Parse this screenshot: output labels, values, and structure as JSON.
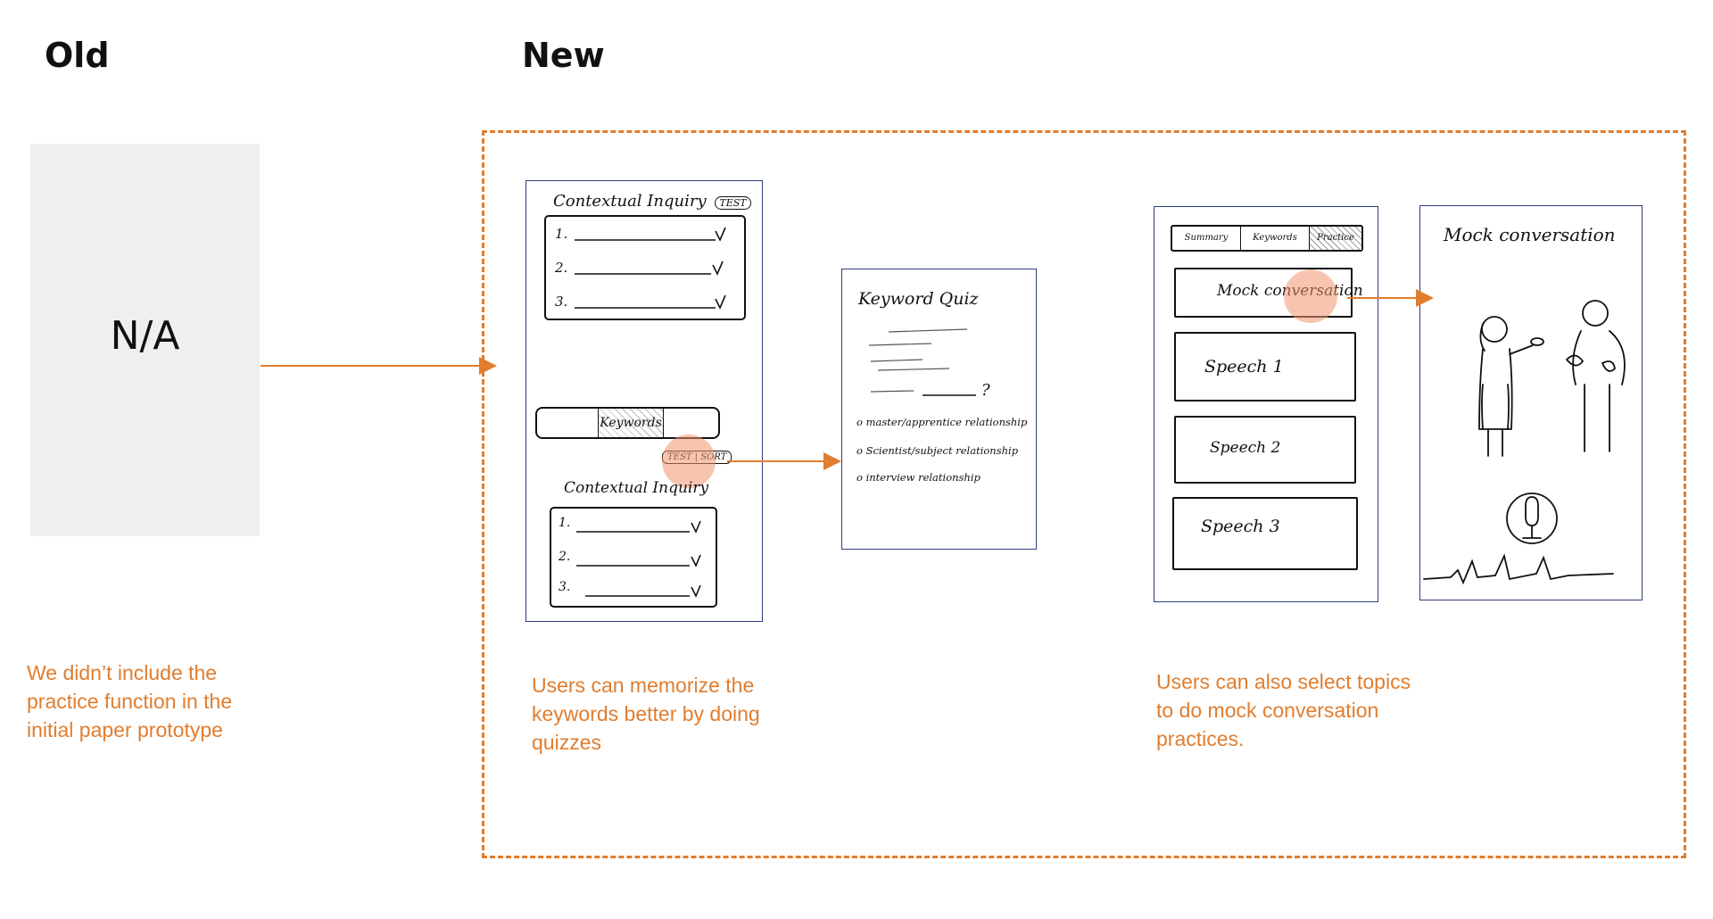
{
  "headings": {
    "old": "Old",
    "new": "New"
  },
  "old_panel": {
    "placeholder": "N/A",
    "caption": [
      "We didn’t include the",
      "practice function in the",
      "initial paper prototype"
    ]
  },
  "new_panel": {
    "quiz_caption": [
      "Users can memorize the",
      "keywords better by  doing",
      "quizzes"
    ],
    "mock_caption": [
      "Users can also select topics",
      "to do mock conversation",
      "practices."
    ]
  },
  "sketch_main": {
    "title": "Contextual Inquiry",
    "title_badge": "TEST",
    "list": [
      "1.",
      "2.",
      "3."
    ],
    "keywords_tab": "Keywords",
    "test_sort": "TEST | SORT",
    "section_title": "Contextual Inquiry",
    "list2": [
      "1.",
      "2.",
      "3."
    ]
  },
  "sketch_quiz": {
    "title": "Keyword Quiz",
    "options": [
      "o master/apprentice relationship",
      "o Scientist/subject relationship",
      "o interview relationship"
    ]
  },
  "sketch_topics": {
    "tabs": [
      "Summary",
      "Keywords",
      "Practice"
    ],
    "items": [
      "Mock conversation",
      "Speech 1",
      "Speech 2",
      "Speech 3"
    ]
  },
  "sketch_mock": {
    "title": "Mock conversation"
  },
  "colors": {
    "accent": "#e07d2f",
    "highlight": "#f0966e",
    "phone_border": "#2f3d7a"
  }
}
